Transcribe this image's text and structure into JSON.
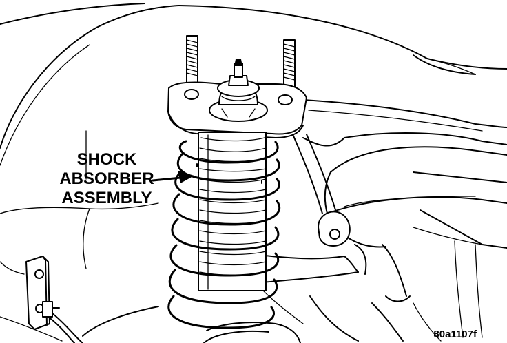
{
  "callout": {
    "line1": "SHOCK",
    "line2": "ABSORBER",
    "line3": "ASSEMBLY"
  },
  "figure_ref": "80a1107f",
  "colors": {
    "ink": "#000000",
    "paper": "#ffffff"
  }
}
